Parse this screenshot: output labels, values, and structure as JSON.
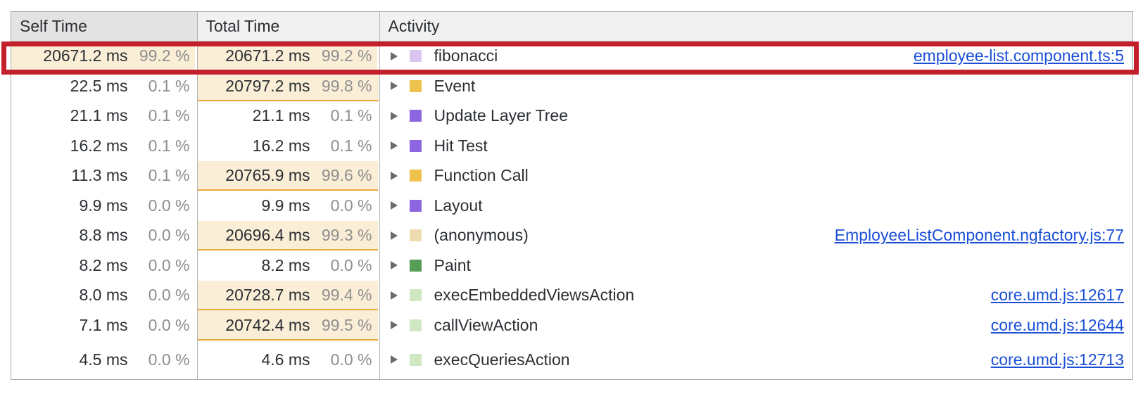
{
  "panel": {
    "title": "performance-bottom-up-tree"
  },
  "columns": [
    {
      "key": "self",
      "label": "Self Time"
    },
    {
      "key": "total",
      "label": "Total Time"
    },
    {
      "key": "act",
      "label": "Activity"
    }
  ],
  "units": {
    "time": "ms",
    "percent": "%"
  },
  "colors": {
    "bar_fill": "#faeed7",
    "bar_border": "#eaa93b",
    "link": "#1a4fd6",
    "annotation": "#c4202c",
    "header_bg": "#f1f1f1",
    "header_bg_active": "#e3e3e3",
    "text": "#2b2f33",
    "muted": "#8e8e8e"
  },
  "annotation": {
    "name": "red-highlight-box",
    "target_row_index": 0
  },
  "rows": [
    {
      "self_time": "20671.2 ms",
      "self_pct": "99.2 %",
      "self_bar": 99.2,
      "total_time": "20671.2 ms",
      "total_pct": "99.2 %",
      "total_bar": 99.2,
      "activity": "fibonacci",
      "swatch": "#d9c6f0",
      "swatch_name": "scripting-light-purple-swatch",
      "link": "employee-list.component.ts:5",
      "expandable": true,
      "highlighted": true
    },
    {
      "self_time": "22.5 ms",
      "self_pct": "0.1 %",
      "self_bar": 0.1,
      "total_time": "20797.2 ms",
      "total_pct": "99.8 %",
      "total_bar": 99.8,
      "activity": "Event",
      "swatch": "#eec14a",
      "swatch_name": "scripting-yellow-swatch",
      "link": "",
      "expandable": true,
      "highlighted": false
    },
    {
      "self_time": "21.1 ms",
      "self_pct": "0.1 %",
      "self_bar": 0.1,
      "total_time": "21.1 ms",
      "total_pct": "0.1 %",
      "total_bar": 0.1,
      "activity": "Update Layer Tree",
      "swatch": "#8b66e0",
      "swatch_name": "rendering-purple-swatch",
      "link": "",
      "expandable": true,
      "highlighted": false
    },
    {
      "self_time": "16.2 ms",
      "self_pct": "0.1 %",
      "self_bar": 0.1,
      "total_time": "16.2 ms",
      "total_pct": "0.1 %",
      "total_bar": 0.1,
      "activity": "Hit Test",
      "swatch": "#8b66e0",
      "swatch_name": "rendering-purple-swatch",
      "link": "",
      "expandable": true,
      "highlighted": false
    },
    {
      "self_time": "11.3 ms",
      "self_pct": "0.1 %",
      "self_bar": 0.1,
      "total_time": "20765.9 ms",
      "total_pct": "99.6 %",
      "total_bar": 99.6,
      "activity": "Function Call",
      "swatch": "#eec14a",
      "swatch_name": "scripting-yellow-swatch",
      "link": "",
      "expandable": true,
      "highlighted": false
    },
    {
      "self_time": "9.9 ms",
      "self_pct": "0.0 %",
      "self_bar": 0.0,
      "total_time": "9.9 ms",
      "total_pct": "0.0 %",
      "total_bar": 0.0,
      "activity": "Layout",
      "swatch": "#8b66e0",
      "swatch_name": "rendering-purple-swatch",
      "link": "",
      "expandable": true,
      "highlighted": false
    },
    {
      "self_time": "8.8 ms",
      "self_pct": "0.0 %",
      "self_bar": 0.0,
      "total_time": "20696.4 ms",
      "total_pct": "99.3 %",
      "total_bar": 99.3,
      "activity": "(anonymous)",
      "swatch": "#ecdcae",
      "swatch_name": "scripting-pale-yellow-swatch",
      "link": "EmployeeListComponent.ngfactory.js:77",
      "expandable": true,
      "highlighted": false
    },
    {
      "self_time": "8.2 ms",
      "self_pct": "0.0 %",
      "self_bar": 0.0,
      "total_time": "8.2 ms",
      "total_pct": "0.0 %",
      "total_bar": 0.0,
      "activity": "Paint",
      "swatch": "#589d57",
      "swatch_name": "painting-green-swatch",
      "link": "",
      "expandable": true,
      "highlighted": false
    },
    {
      "self_time": "8.0 ms",
      "self_pct": "0.0 %",
      "self_bar": 0.0,
      "total_time": "20728.7 ms",
      "total_pct": "99.4 %",
      "total_bar": 99.4,
      "activity": "execEmbeddedViewsAction",
      "swatch": "#cfe8c1",
      "swatch_name": "scripting-pale-green-swatch",
      "link": "core.umd.js:12617",
      "expandable": true,
      "highlighted": false
    },
    {
      "self_time": "7.1 ms",
      "self_pct": "0.0 %",
      "self_bar": 0.0,
      "total_time": "20742.4 ms",
      "total_pct": "99.5 %",
      "total_bar": 99.5,
      "activity": "callViewAction",
      "swatch": "#cfe8c1",
      "swatch_name": "scripting-pale-green-swatch",
      "link": "core.umd.js:12644",
      "expandable": true,
      "highlighted": false
    },
    {
      "self_time": "4.5 ms",
      "self_pct": "0.0 %",
      "self_bar": 0.0,
      "total_time": "4.6 ms",
      "total_pct": "0.0 %",
      "total_bar": 0.0,
      "activity": "execQueriesAction",
      "swatch": "#cfe8c1",
      "swatch_name": "scripting-pale-green-swatch",
      "link": "core.umd.js:12713",
      "expandable": true,
      "highlighted": false
    }
  ]
}
